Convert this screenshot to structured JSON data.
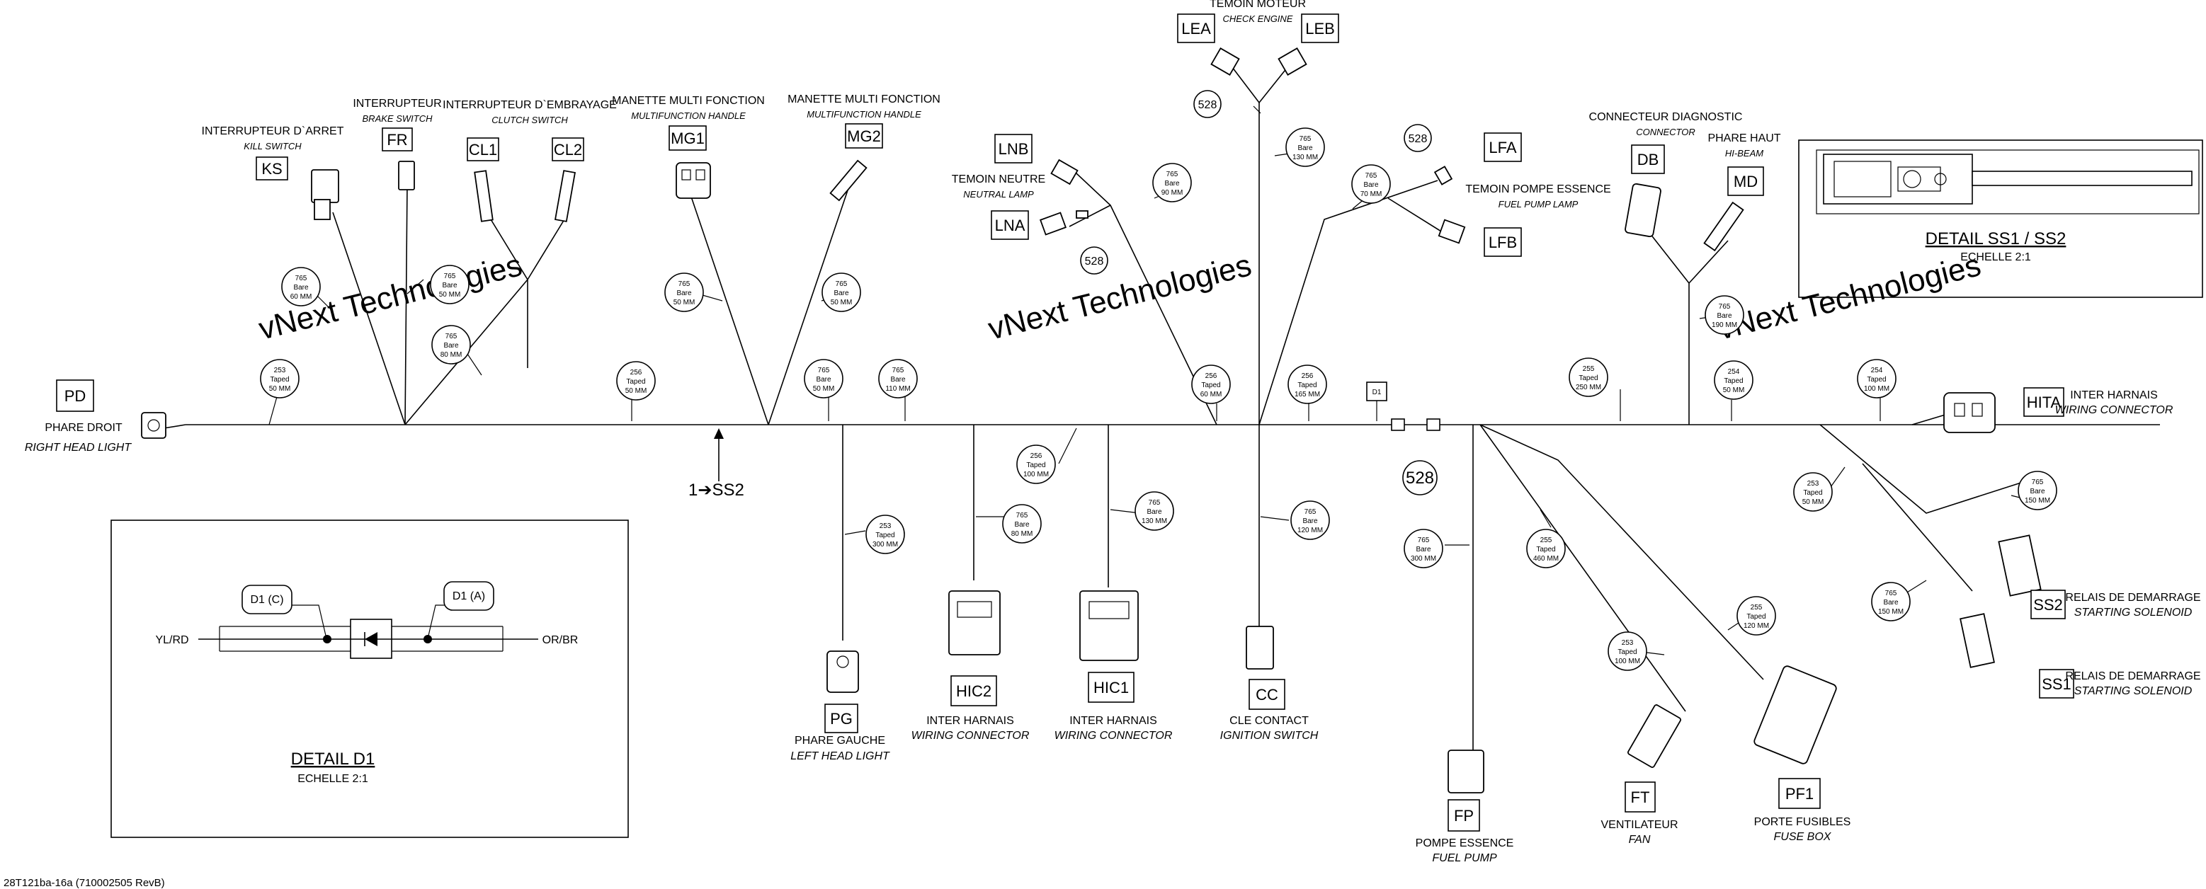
{
  "watermark": "vNext Technologies",
  "footer_id": "28T121ba-16a (710002505 RevB)",
  "marker_528": "528",
  "connectors": {
    "PD": {
      "code": "PD",
      "fr": "PHARE DROIT",
      "en": "RIGHT HEAD LIGHT"
    },
    "KS": {
      "code": "KS",
      "fr": "INTERRUPTEUR D`ARRET",
      "en": "KILL SWITCH"
    },
    "FR": {
      "code": "FR",
      "fr": "INTERRUPTEUR",
      "en": "BRAKE SWITCH"
    },
    "CL": {
      "code1": "CL1",
      "code2": "CL2",
      "fr": "INTERRUPTEUR D`EMBRAYAGE",
      "en": "CLUTCH SWITCH"
    },
    "MG1": {
      "code": "MG1",
      "fr": "MANETTE MULTI FONCTION",
      "en": "MULTIFUNCTION HANDLE"
    },
    "MG2": {
      "code": "MG2",
      "fr": "MANETTE MULTI FONCTION",
      "en": "MULTIFUNCTION HANDLE"
    },
    "LN": {
      "code1": "LNB",
      "code2": "LNA",
      "fr": "TEMOIN NEUTRE",
      "en": "NEUTRAL LAMP"
    },
    "LE": {
      "code1": "LEA",
      "code2": "LEB",
      "fr": "TEMOIN MOTEUR",
      "en": "CHECK ENGINE"
    },
    "LF": {
      "code1": "LFA",
      "code2": "LFB",
      "fr": "TEMOIN POMPE ESSENCE",
      "en": "FUEL PUMP LAMP"
    },
    "DB": {
      "code": "DB",
      "fr": "CONNECTEUR DIAGNOSTIC",
      "en": "CONNECTOR"
    },
    "MD": {
      "code": "MD",
      "fr": "PHARE HAUT",
      "en": "HI-BEAM"
    },
    "HITA": {
      "code": "HITA",
      "fr": "INTER HARNAIS",
      "en": "WIRING CONNECTOR"
    },
    "PG": {
      "code": "PG",
      "fr": "PHARE GAUCHE",
      "en": "LEFT HEAD LIGHT"
    },
    "HIC2": {
      "code": "HIC2",
      "fr": "INTER HARNAIS",
      "en": "WIRING CONNECTOR"
    },
    "HIC1": {
      "code": "HIC1",
      "fr": "INTER HARNAIS",
      "en": "WIRING CONNECTOR"
    },
    "CC": {
      "code": "CC",
      "fr": "CLE CONTACT",
      "en": "IGNITION SWITCH"
    },
    "FP": {
      "code": "FP",
      "fr": "POMPE ESSENCE",
      "en": "FUEL PUMP"
    },
    "FT": {
      "code": "FT",
      "fr": "VENTILATEUR",
      "en": "FAN"
    },
    "PF1": {
      "code": "PF1",
      "fr": "PORTE FUSIBLES",
      "en": "FUSE BOX"
    },
    "SS2": {
      "code": "SS2",
      "fr": "RELAIS DE DEMARRAGE",
      "en": "STARTING SOLENOID"
    },
    "SS1": {
      "code": "SS1",
      "fr": "RELAIS DE DEMARRAGE",
      "en": "STARTING SOLENOID"
    }
  },
  "splice_tag": "D1",
  "view_arrow": "1➔SS2",
  "bubbles": [
    {
      "id": "b01",
      "l1": "765",
      "l2": "Bare",
      "l3": "60 MM"
    },
    {
      "id": "b02",
      "l1": "765",
      "l2": "Bare",
      "l3": "50 MM"
    },
    {
      "id": "b03",
      "l1": "765",
      "l2": "Bare",
      "l3": "80 MM"
    },
    {
      "id": "b04",
      "l1": "253",
      "l2": "Taped",
      "l3": "50 MM"
    },
    {
      "id": "b05",
      "l1": "256",
      "l2": "Taped",
      "l3": "50 MM"
    },
    {
      "id": "b06",
      "l1": "765",
      "l2": "Bare",
      "l3": "50 MM"
    },
    {
      "id": "b07",
      "l1": "765",
      "l2": "Bare",
      "l3": "50 MM"
    },
    {
      "id": "b08",
      "l1": "765",
      "l2": "Bare",
      "l3": "50 MM"
    },
    {
      "id": "b09",
      "l1": "765",
      "l2": "Bare",
      "l3": "110 MM"
    },
    {
      "id": "b10",
      "l1": "765",
      "l2": "Bare",
      "l3": "90 MM"
    },
    {
      "id": "b11",
      "l1": "765",
      "l2": "Bare",
      "l3": "130 MM"
    },
    {
      "id": "b12",
      "l1": "765",
      "l2": "Bare",
      "l3": "70 MM"
    },
    {
      "id": "b13",
      "l1": "256",
      "l2": "Taped",
      "l3": "60 MM"
    },
    {
      "id": "b14",
      "l1": "256",
      "l2": "Taped",
      "l3": "165 MM"
    },
    {
      "id": "b15",
      "l1": "255",
      "l2": "Taped",
      "l3": "250 MM"
    },
    {
      "id": "b16",
      "l1": "765",
      "l2": "Bare",
      "l3": "190 MM"
    },
    {
      "id": "b17",
      "l1": "254",
      "l2": "Taped",
      "l3": "50 MM"
    },
    {
      "id": "b18",
      "l1": "254",
      "l2": "Taped",
      "l3": "100 MM"
    },
    {
      "id": "b19",
      "l1": "256",
      "l2": "Taped",
      "l3": "100 MM"
    },
    {
      "id": "b20",
      "l1": "765",
      "l2": "Bare",
      "l3": "80 MM"
    },
    {
      "id": "b21",
      "l1": "765",
      "l2": "Bare",
      "l3": "130 MM"
    },
    {
      "id": "b22",
      "l1": "765",
      "l2": "Bare",
      "l3": "120 MM"
    },
    {
      "id": "b23",
      "l1": "253",
      "l2": "Taped",
      "l3": "300 MM"
    },
    {
      "id": "b24",
      "l1": "765",
      "l2": "Bare",
      "l3": "300 MM"
    },
    {
      "id": "b25",
      "l1": "255",
      "l2": "Taped",
      "l3": "460 MM"
    },
    {
      "id": "b26",
      "l1": "253",
      "l2": "Taped",
      "l3": "100 MM"
    },
    {
      "id": "b27",
      "l1": "255",
      "l2": "Taped",
      "l3": "120 MM"
    },
    {
      "id": "b28",
      "l1": "253",
      "l2": "Taped",
      "l3": "50 MM"
    },
    {
      "id": "b29",
      "l1": "765",
      "l2": "Bare",
      "l3": "150 MM"
    },
    {
      "id": "b30",
      "l1": "765",
      "l2": "Bare",
      "l3": "150 MM"
    }
  ],
  "detail_d1": {
    "title": "DETAIL D1",
    "scale": "ECHELLE 2:1",
    "left_wire": "YL/RD",
    "right_wire": "OR/BR",
    "tag_c": "D1 (C)",
    "tag_a": "D1 (A)"
  },
  "detail_ss": {
    "title": "DETAIL SS1 / SS2",
    "scale": "ECHELLE 2:1"
  }
}
